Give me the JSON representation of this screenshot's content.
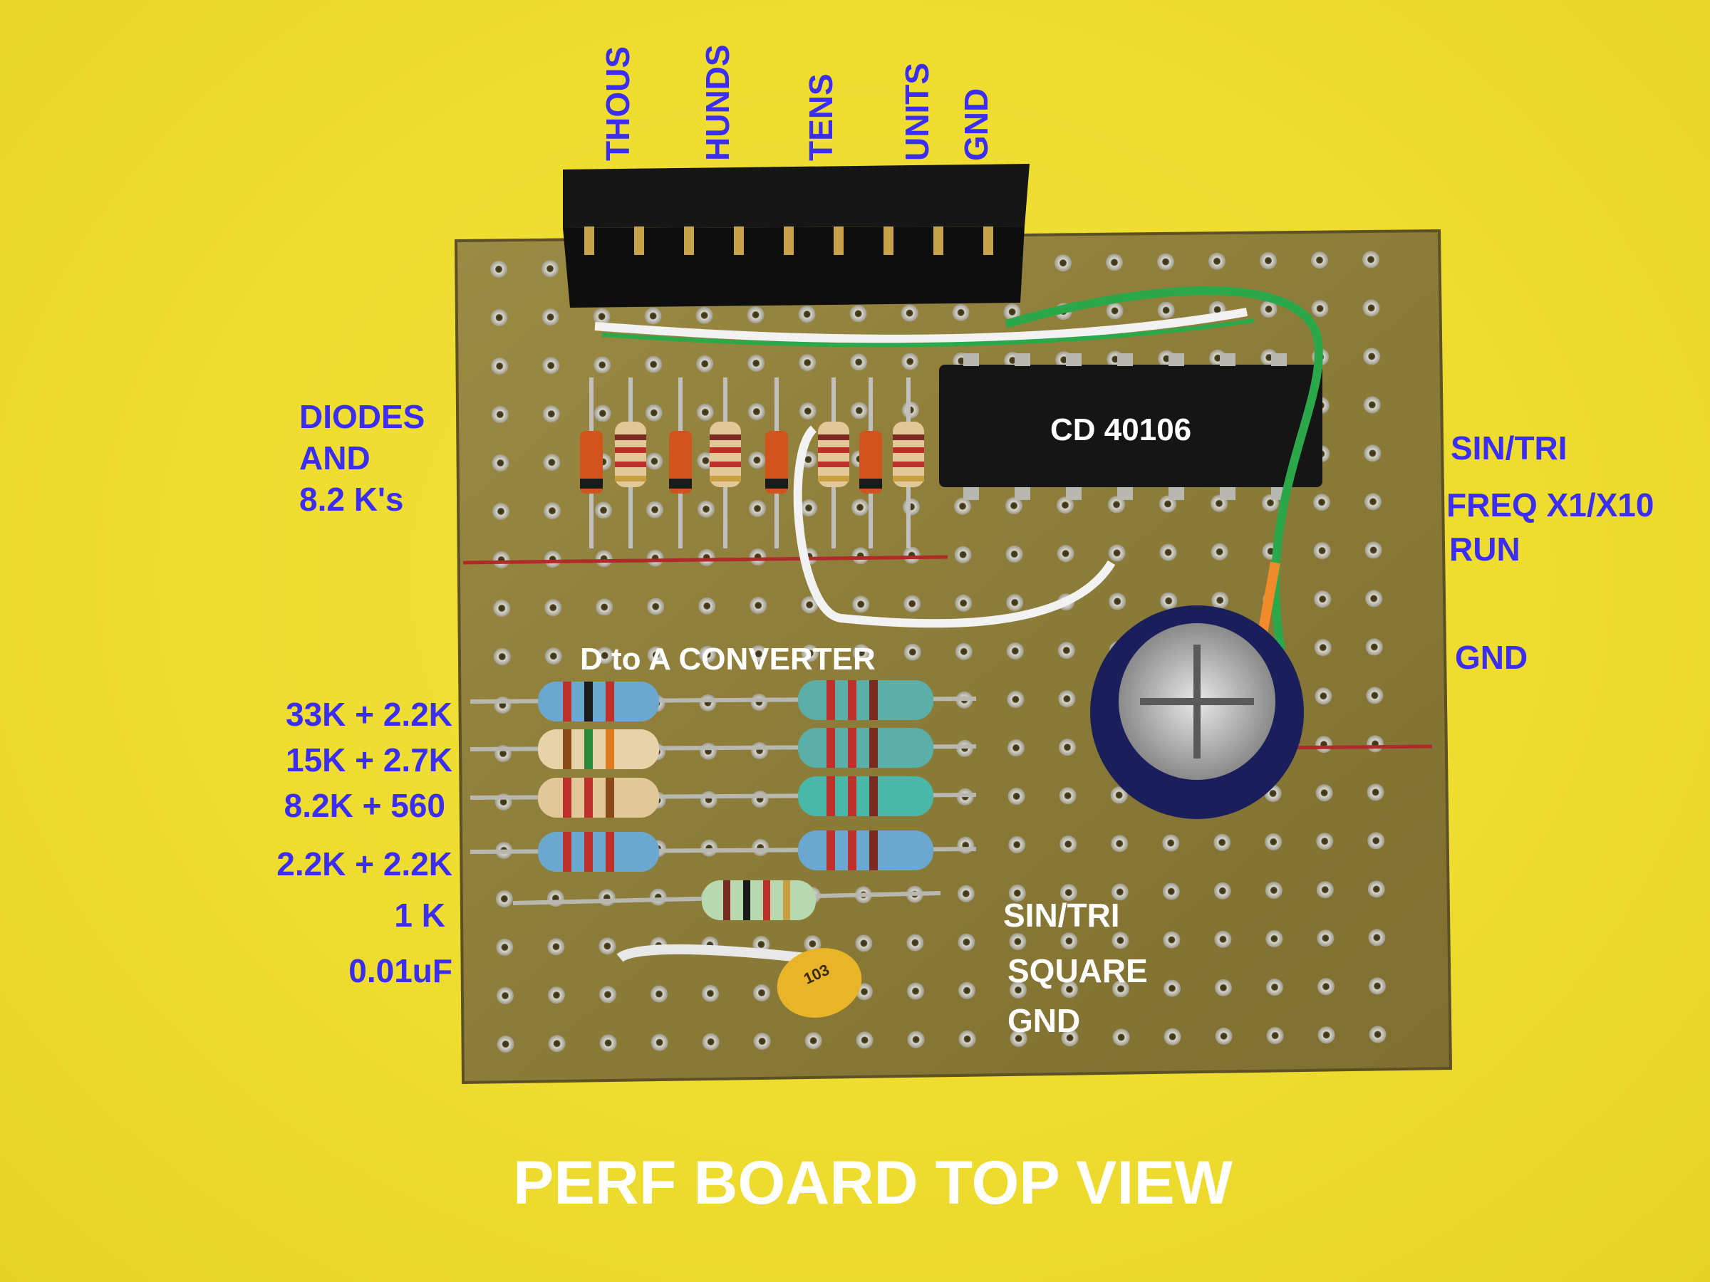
{
  "connector_labels": [
    "THOUS",
    "HUNDS",
    "TENS",
    "UNITS",
    "GND"
  ],
  "left_labels": {
    "diodes": [
      "DIODES",
      "AND",
      "8.2 K's"
    ],
    "resistors": [
      "33K + 2.2K",
      "15K + 2.7K",
      "8.2K + 560",
      "2.2K + 2.2K",
      "1 K",
      "0.01uF"
    ]
  },
  "right_labels": [
    "SIN/TRI",
    "FREQ X1/X10",
    "RUN",
    "GND"
  ],
  "center_labels": {
    "ic": "CD 40106",
    "converter": "D to A CONVERTER"
  },
  "bottom_output_labels": [
    "SIN/TRI",
    "SQUARE",
    "GND"
  ],
  "capacitor_marking": "103",
  "title": "PERF BOARD TOP VIEW",
  "colors": {
    "background": "#eedc2e",
    "board": "#8a7a38",
    "label_blue": "#3b2ef2",
    "label_white": "#ffffff"
  }
}
